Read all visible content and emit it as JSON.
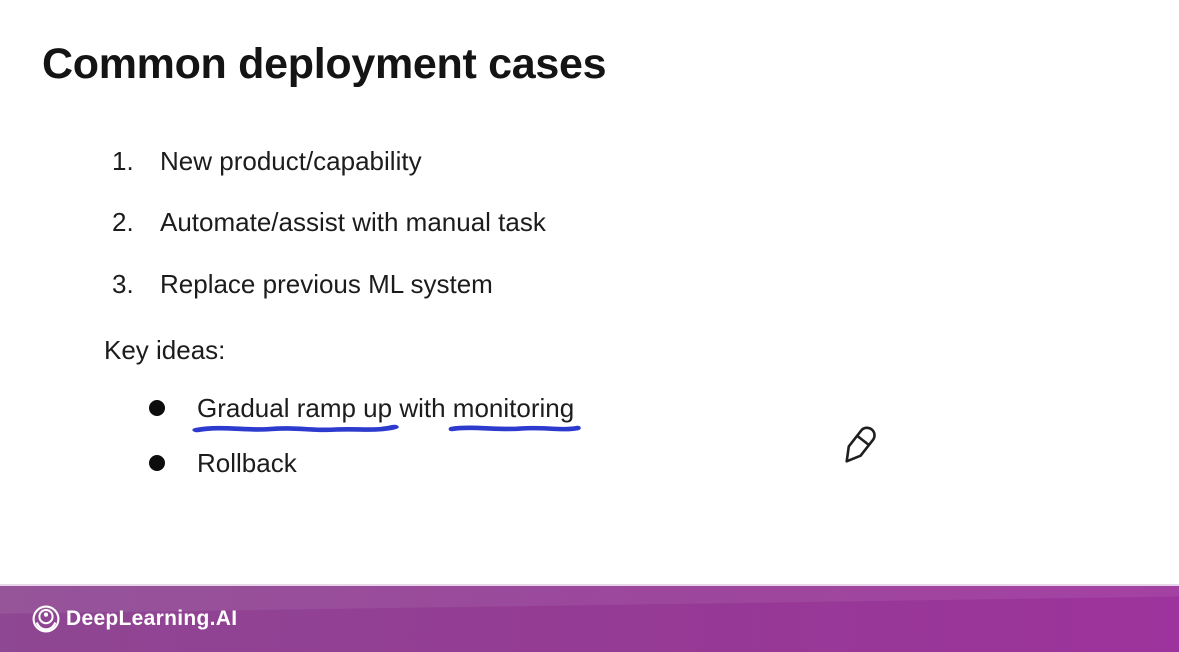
{
  "slide": {
    "title": "Common deployment cases",
    "numbered_items": [
      {
        "marker": "1.",
        "text": "New product/capability"
      },
      {
        "marker": "2.",
        "text": "Automate/assist with manual task"
      },
      {
        "marker": "3.",
        "text": "Replace previous ML system"
      }
    ],
    "key_ideas_label": "Key ideas:",
    "bullets": [
      {
        "segments": [
          {
            "text": "Gradual ramp up",
            "underlined": true
          },
          {
            "text": " with ",
            "underlined": false
          },
          {
            "text": "monitoring",
            "underlined": true
          }
        ]
      },
      {
        "segments": [
          {
            "text": "Rollback",
            "underlined": false
          }
        ]
      }
    ],
    "annotations": {
      "underline_color": "#2c3ace",
      "underline_style": "hand-drawn"
    },
    "cursor_icon": "pencil-icon"
  },
  "footer": {
    "brand": "DeepLearning.AI",
    "logo_icon": "deeplearning-rings-logo",
    "bar_colors": {
      "left": "#8e4792",
      "mid": "#953a95",
      "right": "#9d339c"
    }
  },
  "colors": {
    "background": "#ffffff",
    "text": "#1c1c1c",
    "underline_blue": "#2c3ace"
  }
}
